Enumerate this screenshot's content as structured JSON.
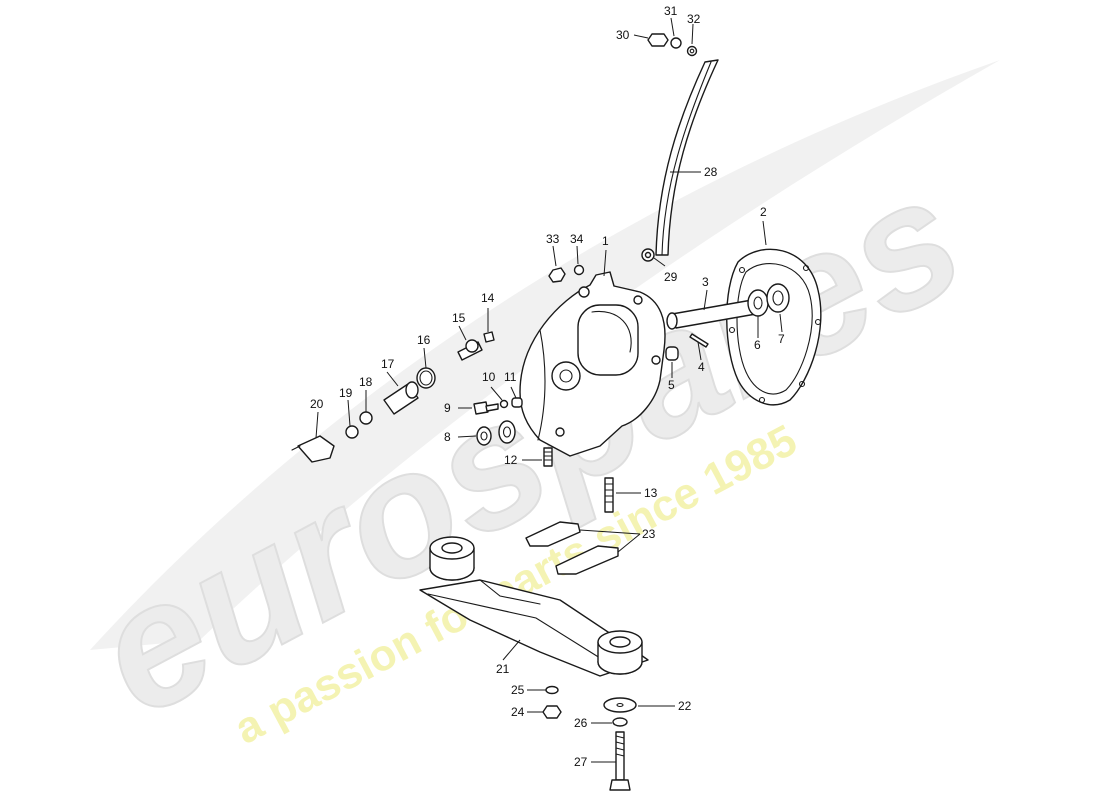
{
  "watermark": {
    "brand": "eurospares",
    "tagline": "a passion for parts since 1985"
  },
  "callouts": [
    {
      "id": "c1",
      "label": "1"
    },
    {
      "id": "c2",
      "label": "2"
    },
    {
      "id": "c3",
      "label": "3"
    },
    {
      "id": "c4",
      "label": "4"
    },
    {
      "id": "c5",
      "label": "5"
    },
    {
      "id": "c6",
      "label": "6"
    },
    {
      "id": "c7",
      "label": "7"
    },
    {
      "id": "c8",
      "label": "8"
    },
    {
      "id": "c9",
      "label": "9"
    },
    {
      "id": "c10",
      "label": "10"
    },
    {
      "id": "c11",
      "label": "11"
    },
    {
      "id": "c12",
      "label": "12"
    },
    {
      "id": "c13",
      "label": "13"
    },
    {
      "id": "c14",
      "label": "14"
    },
    {
      "id": "c15",
      "label": "15"
    },
    {
      "id": "c16",
      "label": "16"
    },
    {
      "id": "c17",
      "label": "17"
    },
    {
      "id": "c18",
      "label": "18"
    },
    {
      "id": "c19",
      "label": "19"
    },
    {
      "id": "c20",
      "label": "20"
    },
    {
      "id": "c21",
      "label": "21"
    },
    {
      "id": "c22",
      "label": "22"
    },
    {
      "id": "c23",
      "label": "23"
    },
    {
      "id": "c24",
      "label": "24"
    },
    {
      "id": "c25",
      "label": "25"
    },
    {
      "id": "c26",
      "label": "26"
    },
    {
      "id": "c27",
      "label": "27"
    },
    {
      "id": "c28",
      "label": "28"
    },
    {
      "id": "c29",
      "label": "29"
    },
    {
      "id": "c30",
      "label": "30"
    },
    {
      "id": "c31",
      "label": "31"
    },
    {
      "id": "c32",
      "label": "32"
    },
    {
      "id": "c33",
      "label": "33"
    },
    {
      "id": "c34",
      "label": "34"
    }
  ]
}
